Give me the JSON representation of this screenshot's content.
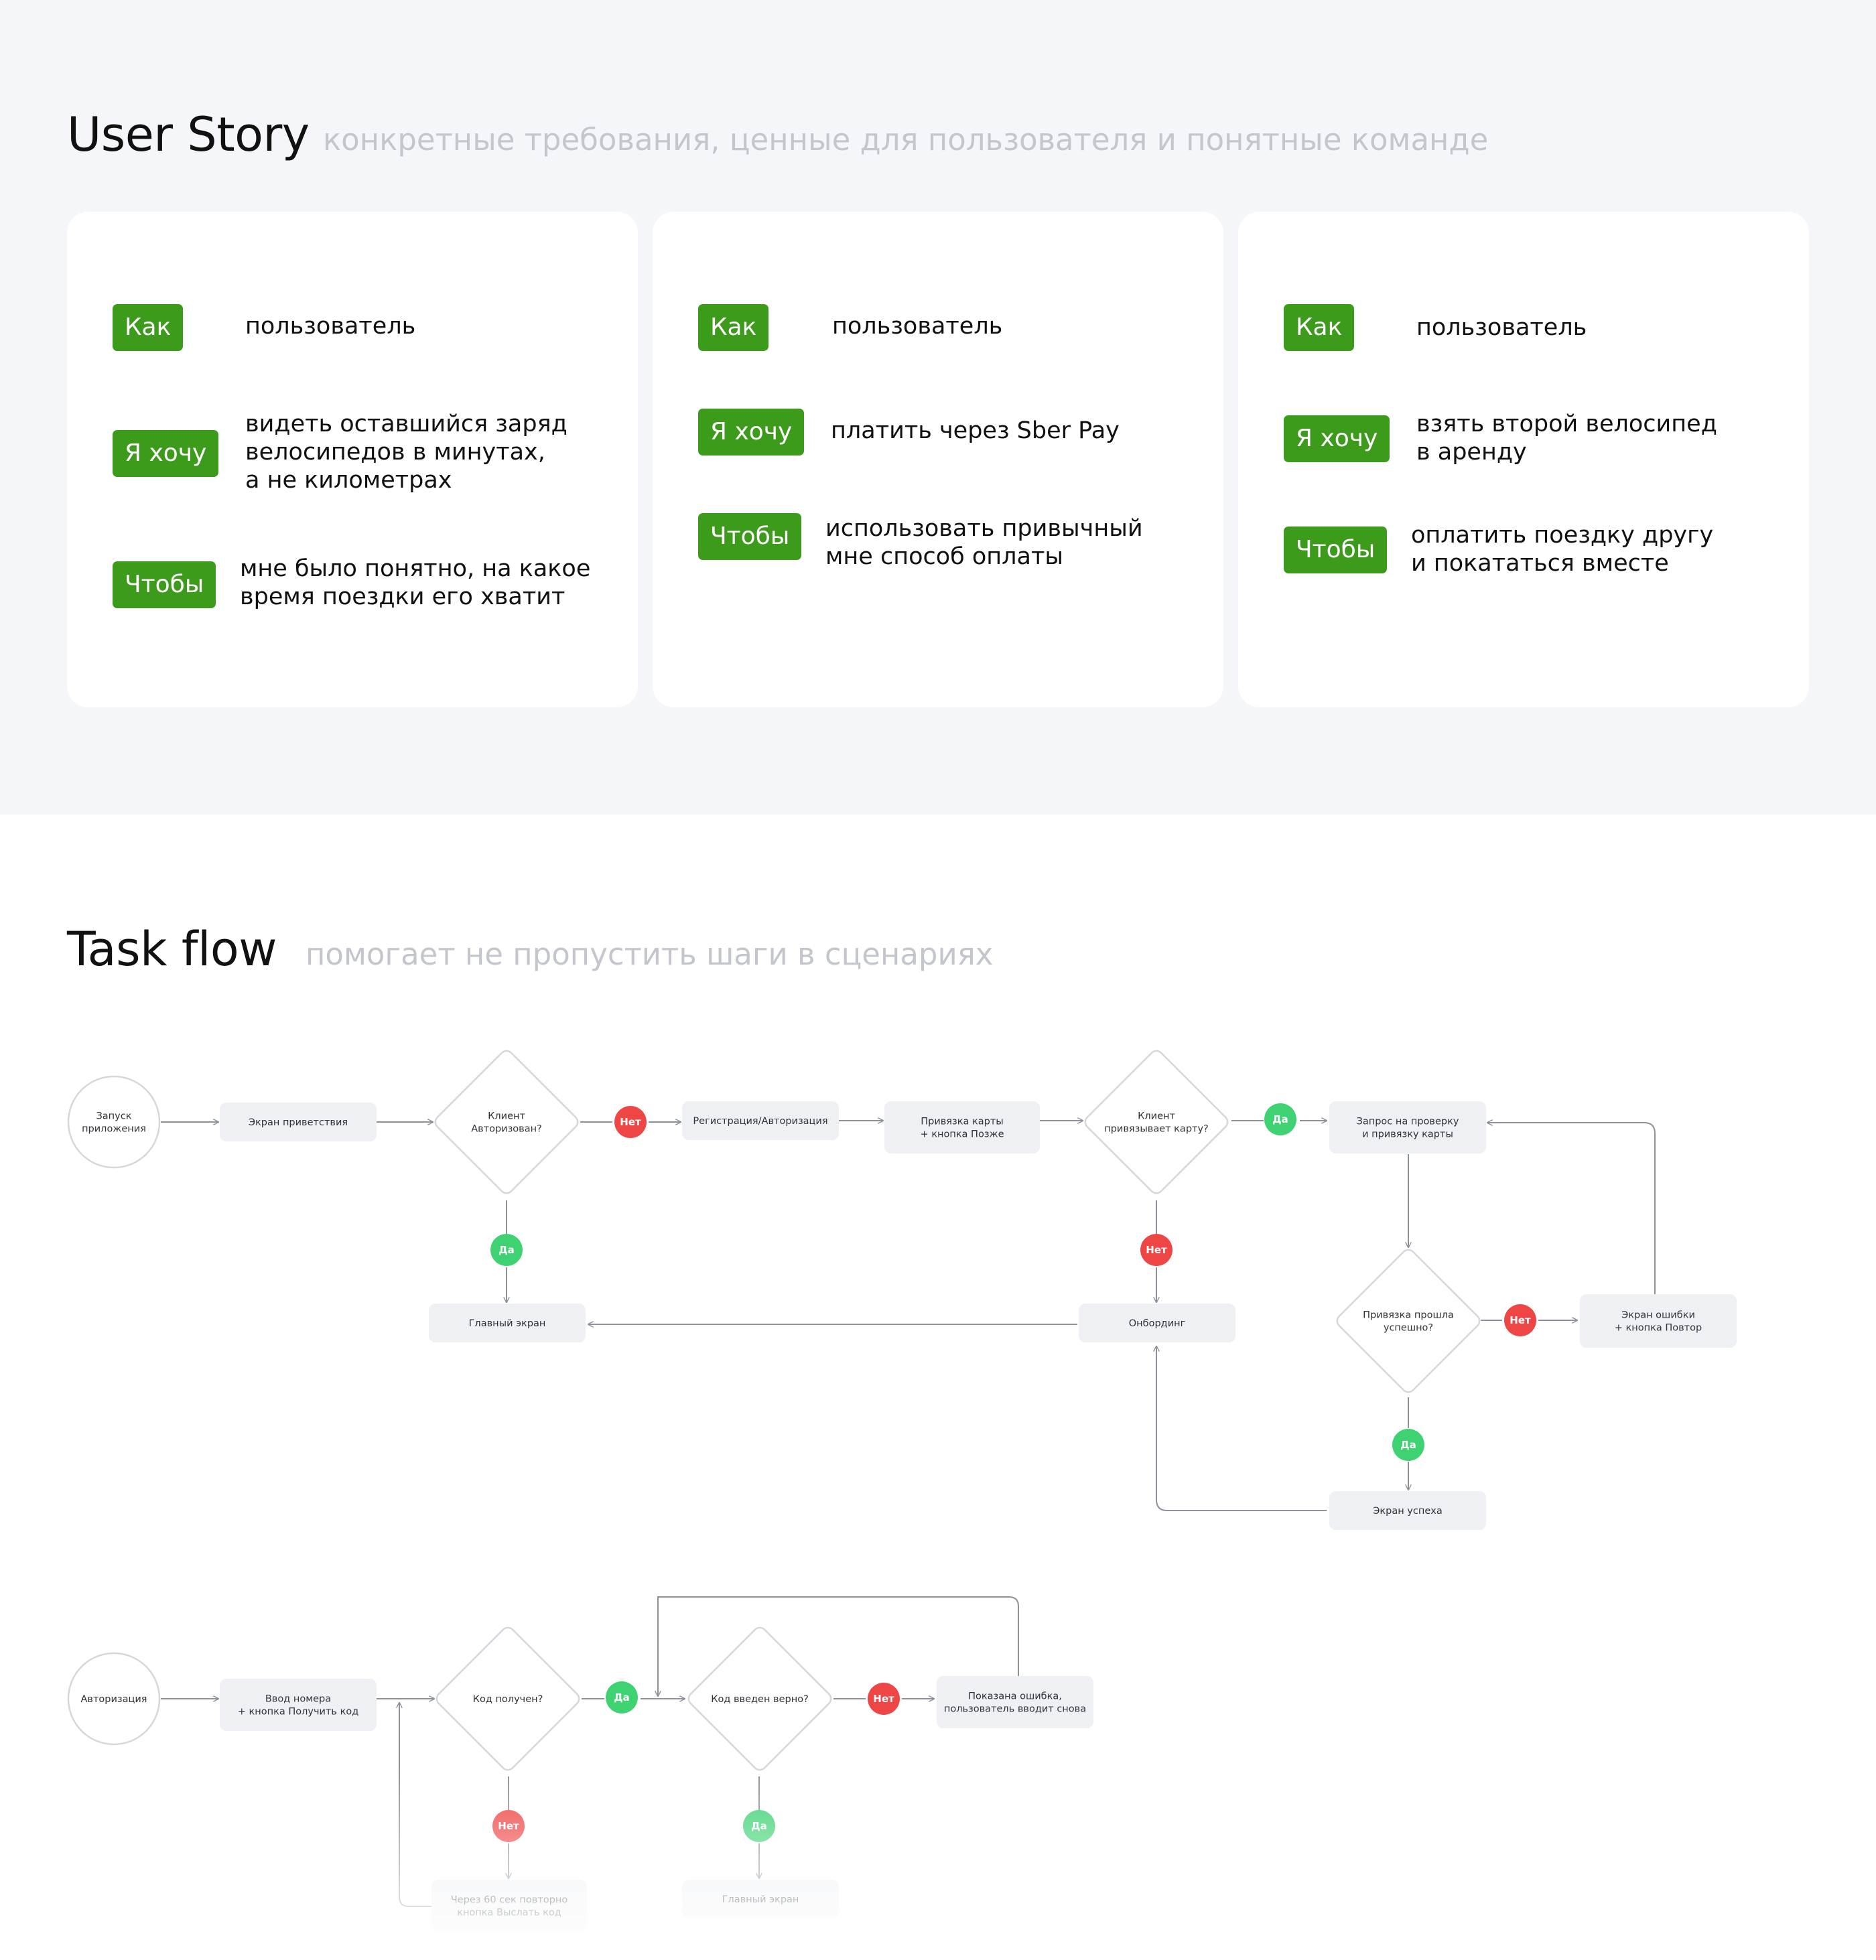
{
  "user_story": {
    "title": "User Story",
    "subtitle": "конкретные требования, ценные для пользователя и понятные команде",
    "cards": [
      {
        "rows": [
          {
            "tag": "Как",
            "text": "пользователь"
          },
          {
            "tag": "Я хочу",
            "text": "видеть оставшийся заряд\nвелосипедов в минутах,\nа не километрах"
          },
          {
            "tag": "Чтобы",
            "text": "мне было понятно, на какое\nвремя поездки его хватит"
          }
        ]
      },
      {
        "rows": [
          {
            "tag": "Как",
            "text": "пользователь"
          },
          {
            "tag": "Я хочу",
            "text": "платить через Sber Pay"
          },
          {
            "tag": "Чтобы",
            "text": "использовать привычный\nмне способ оплаты"
          }
        ]
      },
      {
        "rows": [
          {
            "tag": "Как",
            "text": "пользователь"
          },
          {
            "tag": "Я хочу",
            "text": "взять второй велосипед\nв аренду"
          },
          {
            "tag": "Чтобы",
            "text": "оплатить поездку другу\nи покататься вместе"
          }
        ]
      }
    ]
  },
  "task_flow": {
    "title": "Task flow",
    "subtitle": "помогает не пропустить шаги в сценариях",
    "colors": {
      "yes": "#3fd273",
      "no": "#ee4545",
      "node": "#eef0f3",
      "edge": "#8d9199"
    },
    "flow1": {
      "start": "Запуск\nприложения",
      "welcome": "Экран приветствия",
      "q_authorized": "Клиент\nАвторизован?",
      "no1": "Нет",
      "register": "Регистрация/Авторизация",
      "bind_card": "Привязка карты\n+ кнопка Позже",
      "q_binds_card": "Клиент\nпривязывает карту?",
      "yes1": "Да",
      "request_check": "Запрос на проверку\nи привязку карты",
      "yes2": "Да",
      "main_screen": "Главный экран",
      "no2": "Нет",
      "onboarding": "Онбординг",
      "q_bind_ok": "Привязка прошла\nуспешно?",
      "no3": "Нет",
      "error_screen": "Экран ошибки\n+ кнопка Повтор",
      "yes3": "Да",
      "success_screen": "Экран успеха"
    },
    "flow2": {
      "start": "Авторизация",
      "enter_number": "Ввод номера\n+ кнопка Получить код",
      "q_code_received": "Код получен?",
      "yes1": "Да",
      "q_code_correct": "Код введен верно?",
      "no1": "Нет",
      "error_shown": "Показана ошибка,\nпользователь вводит снова",
      "no2": "Нет",
      "resend": "Через 60 сек повторно\nкнопка Выслать код",
      "yes2": "Да",
      "main_screen": "Главный экран"
    }
  }
}
